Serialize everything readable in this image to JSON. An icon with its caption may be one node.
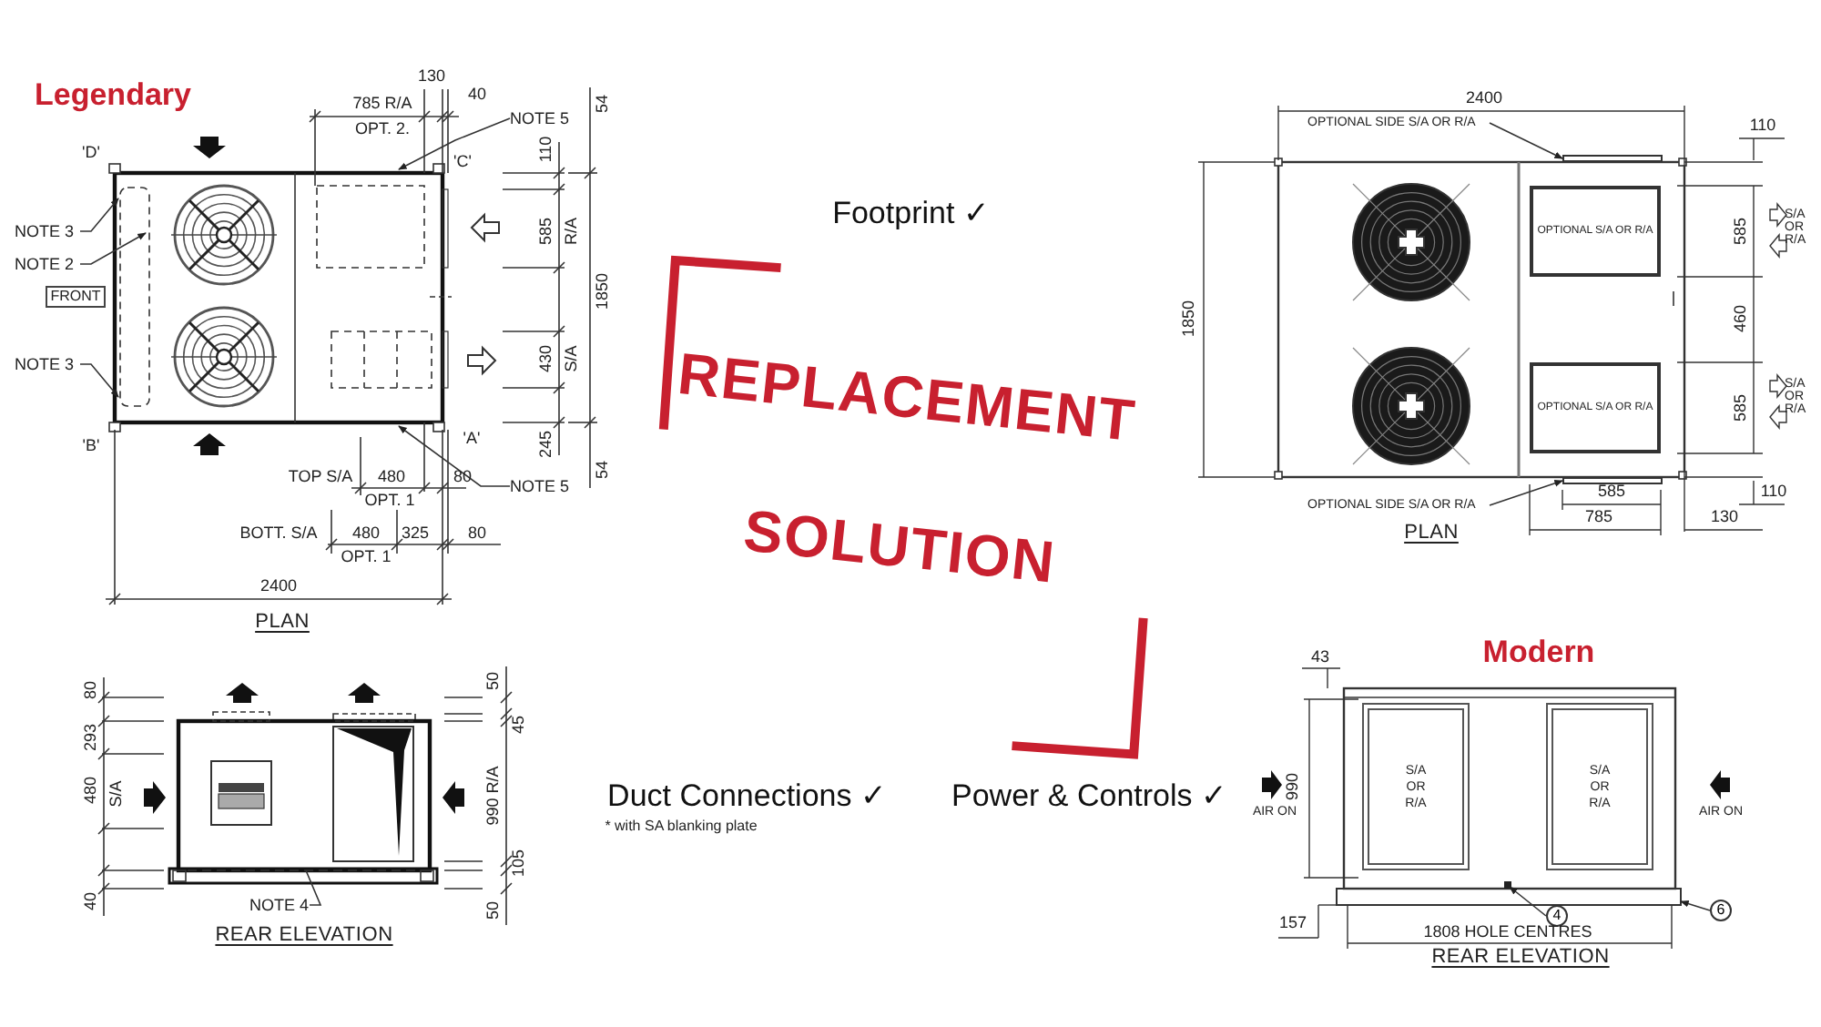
{
  "diagram": {
    "nodes": [
      {
        "text": [
          "NOTE 3"
        ]
      },
      {
        "text": [
          "NOTE 2"
        ]
      },
      {
        "text": [
          "NOTE 3"
        ]
      },
      {
        "text": [
          "NOTE 5"
        ]
      },
      {
        "text": [
          "NOTE 5"
        ]
      },
      {
        "text": [
          "NOTE 4"
        ]
      },
      {
        "text": [
          "OPTIONAL SIDE S/A OR R/A"
        ]
      },
      {
        "text": [
          "OPTIONAL SIDE S/A OR R/A"
        ]
      },
      {
        "text": [
          "4"
        ]
      },
      {
        "text": [
          "6"
        ]
      },
      {
        "text": [
          "FRONT"
        ]
      },
      {
        "text": [
          "OPTIONAL S/A OR R/A"
        ]
      },
      {
        "text": [
          "OPTIONAL S/A OR R/A"
        ]
      },
      {
        "text": [
          "S/A OR R/A"
        ]
      },
      {
        "text": [
          "S/A OR R/A"
        ]
      },
      {
        "text": [],
        "shape": "bar"
      },
      {
        "text": [],
        "shape": "bar"
      }
    ],
    "edges": [
      {
        "from": 0,
        "to": null,
        "arrow": "to"
      },
      {
        "from": 1,
        "to": null,
        "arrow": "to"
      },
      {
        "from": 2,
        "to": null,
        "arrow": "to"
      },
      {
        "from": 3,
        "to": null,
        "arrow": "to"
      },
      {
        "from": 4,
        "to": null,
        "arrow": "to"
      },
      {
        "from": 5,
        "to": null,
        "arrow": "none"
      },
      {
        "from": 6,
        "to": 15,
        "arrow": "to"
      },
      {
        "from": 7,
        "to": 16,
        "arrow": "to"
      },
      {
        "from": 8,
        "to": null,
        "arrow": "to"
      },
      {
        "from": 9,
        "to": null,
        "arrow": "to"
      }
    ],
    "labels": [
      "Legendary",
      "785 R/A",
      "OPT. 2.",
      "130",
      "40",
      "'D'",
      "'C'",
      "'B'",
      "'A'",
      "110",
      "54",
      "585",
      "R/A",
      "1850",
      "430",
      "S/A",
      "245",
      "TOP S/A",
      "480",
      "80",
      "54",
      "OPT. 1",
      "BOTT. S/A",
      "480",
      "325",
      "80",
      "OPT. 1",
      "2400",
      "PLAN",
      "80",
      "293",
      "480",
      "S/A",
      "40",
      "50",
      "45",
      "990 R/A",
      "105",
      "50",
      "REAR ELEVATION",
      "Footprint ✓",
      "REPLACEMENT",
      "SOLUTION",
      "Duct Connections ✓",
      "* with SA blanking plate",
      "Power & Controls ✓",
      "2400",
      "110",
      "1850",
      "585",
      "S/A OR R/A",
      "460",
      "585",
      "S/A OR R/A",
      "585",
      "110",
      "785",
      "130",
      "PLAN",
      "Modern",
      "43",
      "990",
      "AIR ON",
      "AIR ON",
      "157",
      "1808 HOLE CENTRES",
      "REAR ELEVATION"
    ]
  }
}
